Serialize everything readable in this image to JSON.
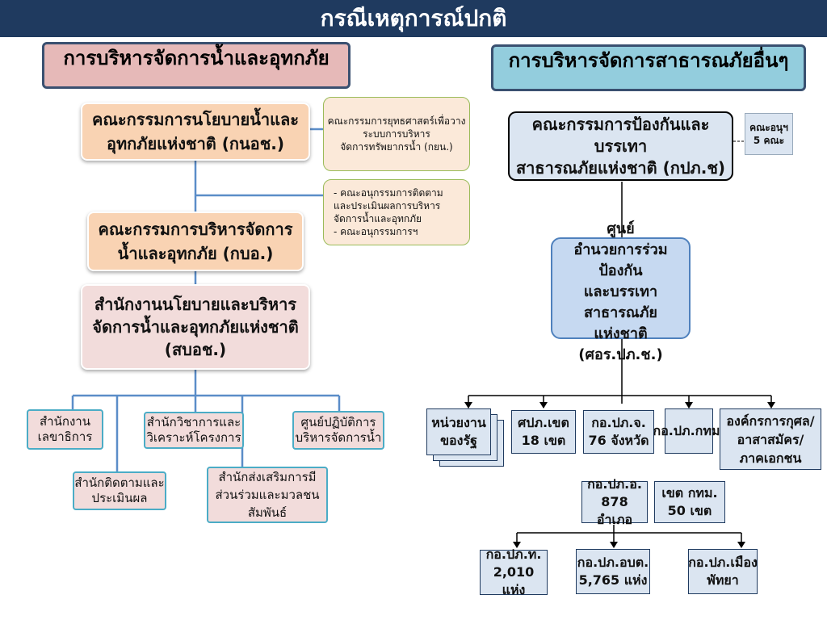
{
  "title": "กรณีเหตุการณ์ปกติ",
  "left_header": "การบริหารจัดการน้ำและอุทกภัย",
  "right_header": "การบริหารจัดการสาธารณภัยอื่นๆ",
  "left": {
    "gnoch": "คณะกรรมการนโยบายน้ำและ\nอุทกภัยแห่งชาติ (กนอช.)",
    "gbo": "คณะกรรมการบริหารจัดการน้ำและอุทกภัย (กบอ.)",
    "sbo": "สำนักงานนโยบายและบริหาร\nจัดการน้ำและอุทกภัยแห่งชาติ\n(สบอช.)",
    "strategy_committee": "คณะกรรมการยุทธศาสตร์เพื่อวางระบบการบริหาร\nจัดการทรัพยากรน้ำ (กยน.)",
    "subcommittees": "- คณะอนุกรรมการติดตาม\nและประเมินผลการบริหาร\nจัดการน้ำและอุทกภัย\n- คณะอนุกรรมการฯ",
    "office_secretary": "สำนักงานเลขาธิการ",
    "office_academic": "สำนักวิชาการและวิเคราะห์โครงการ",
    "center_ops": "ศูนย์ปฏิบัติการบริหารจัดการน้ำ",
    "office_monitor": "สำนักติดตามและประเมินผล",
    "office_promote": "สำนักส่งเสริมการมี\nส่วนร่วมและมวลชนสัมพันธ์"
  },
  "right": {
    "gpp": "คณะกรรมการป้องกันและบรรเทา\nสาธารณภัยแห่งชาติ (กปภ.ช)",
    "sub5": "คณะอนุฯ\n5 คณะ",
    "center": "ศูนย์\nอำนวยการร่วมป้องกัน\nและบรรเทาสาธารณภัย\nแห่งชาติ\n(ศอร.ปภ.ช.)",
    "units": "หน่วยงานของรัฐ",
    "spp": "ศปภ.เขต\n18 เขต",
    "gopp_j": "กอ.ปภ.จ.\n76 จังหวัด",
    "gopp_bkk": "กอ.ปภ.กทม.",
    "ngo": "องค์กรการกุศล/\nอาสาสมัคร/\nภาคเอกชน",
    "gopp_a": "กอ.ปภ.อ.\n878 อำเภอ",
    "khet_bkk": "เขต กทม.\n50 เขต",
    "gopp_t": "กอ.ปภ.ท.\n2,010 แห่ง",
    "gopp_obt": "กอ.ปภ.อบต.\n5,765 แห่ง",
    "gopp_pattaya": "กอ.ปภ.เมืองพัทยา"
  },
  "colors": {
    "bar": "#1f3a5f",
    "orange": "#f9d3b3",
    "pink": "#f2dcdb",
    "blue": "#c6d9f1",
    "line": "#5b8dc8"
  }
}
